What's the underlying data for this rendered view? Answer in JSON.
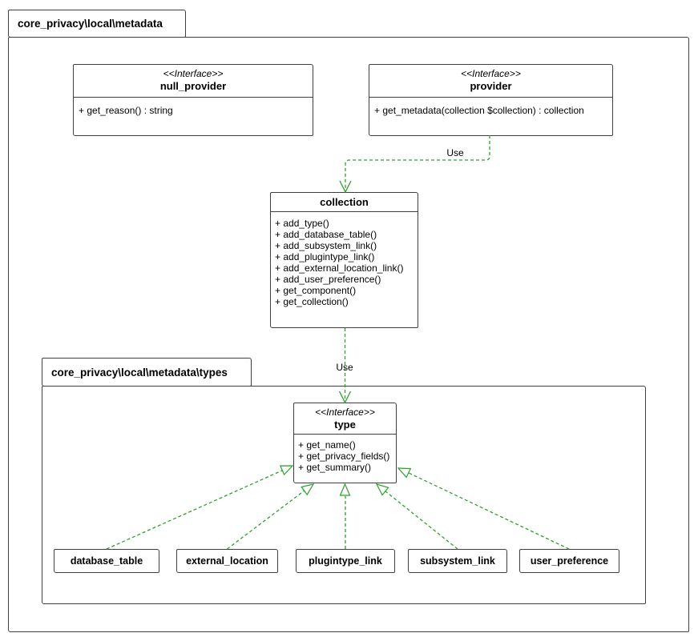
{
  "colors": {
    "accent_green": "#29a329",
    "border": "#3f3f3f",
    "background": "#ffffff",
    "text": "#000000"
  },
  "packages": {
    "metadata": {
      "label": "core_privacy\\local\\metadata"
    },
    "types": {
      "label": "core_privacy\\local\\metadata\\types"
    }
  },
  "classes": {
    "null_provider": {
      "stereotype": "<<Interface>>",
      "name": "null_provider",
      "methods": [
        "+ get_reason() : string"
      ]
    },
    "provider": {
      "stereotype": "<<Interface>>",
      "name": "provider",
      "methods": [
        "+ get_metadata(collection $collection) : collection"
      ]
    },
    "collection": {
      "name": "collection",
      "methods": [
        "+ add_type()",
        "+ add_database_table()",
        "+ add_subsystem_link()",
        "+ add_plugintype_link()",
        "+ add_external_location_link()",
        "+ add_user_preference()",
        "+ get_component()",
        "+ get_collection()"
      ]
    },
    "type": {
      "stereotype": "<<Interface>>",
      "name": "type",
      "methods": [
        "+ get_name()",
        "+ get_privacy_fields()",
        "+ get_summary()"
      ]
    },
    "database_table": {
      "name": "database_table"
    },
    "external_location": {
      "name": "external_location"
    },
    "plugintype_link": {
      "name": "plugintype_link"
    },
    "subsystem_link": {
      "name": "subsystem_link"
    },
    "user_preference": {
      "name": "user_preference"
    }
  },
  "edges": {
    "provider_uses_collection": {
      "label": "Use",
      "style": "dashed",
      "arrowhead": "open"
    },
    "collection_uses_type": {
      "label": "Use",
      "style": "dashed",
      "arrowhead": "open"
    },
    "realizations": [
      {
        "from": "database_table",
        "to": "type"
      },
      {
        "from": "external_location",
        "to": "type"
      },
      {
        "from": "plugintype_link",
        "to": "type"
      },
      {
        "from": "subsystem_link",
        "to": "type"
      },
      {
        "from": "user_preference",
        "to": "type"
      }
    ]
  }
}
